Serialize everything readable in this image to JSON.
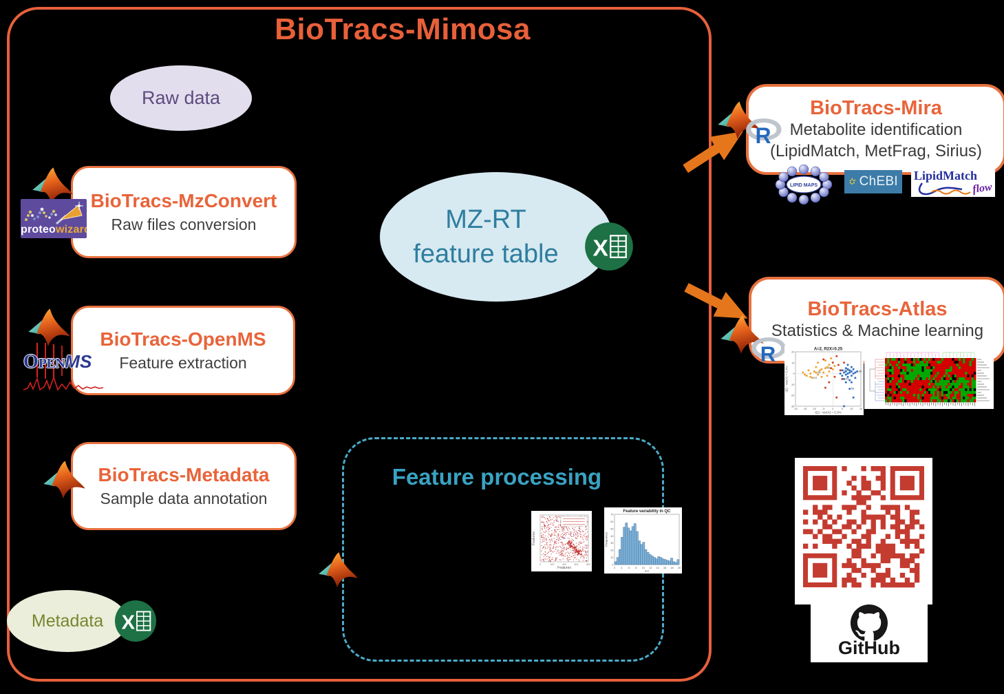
{
  "diagram_title": "BioTracs-Mimosa",
  "colors": {
    "accent_orange": "#E8603A",
    "box_border_orange": "#E8713F",
    "arrow_orange": "#E5761C",
    "teal_dashed": "#4BACC9",
    "teal_text": "#3AA2C2",
    "mzrt_text": "#2E7E9F",
    "raw_data_fill": "#E3DEED",
    "metadata_fill": "#EAEEDA",
    "excel_green": "#1E7145",
    "qr_red": "#C43B30"
  },
  "nodes": {
    "raw_data": {
      "label": "Raw data"
    },
    "mzconvert": {
      "title": "BioTracs-MzConvert",
      "subtitle": "Raw files conversion"
    },
    "openms": {
      "title": "BioTracs-OpenMS",
      "subtitle": "Feature extraction"
    },
    "metadata_module": {
      "title": "BioTracs-Metadata",
      "subtitle": "Sample data annotation"
    },
    "metadata": {
      "label": "Metadata"
    },
    "feature_table": {
      "line1": "MZ-RT",
      "line2": "feature table"
    },
    "feature_processing": {
      "title": "Feature processing"
    },
    "mira": {
      "title": "BioTracs-Mira",
      "line2": "Metabolite identification",
      "line3": "(LipidMatch, MetFrag, Sirius)"
    },
    "atlas": {
      "title": "BioTracs-Atlas",
      "subtitle": "Statistics & Machine learning"
    }
  },
  "logos": {
    "proteowizard": {
      "part1": "proteo",
      "part2": "wizard"
    },
    "openms": {
      "p1": "O",
      "p2": "PEN",
      "p3": "MS"
    },
    "lipid_maps": "LIPID MAPS",
    "chebi": "ChEBI",
    "lipidmatch": {
      "part1": "LipidMatch",
      "part2": "flow"
    },
    "r": "R",
    "excel_letter": "X",
    "github": "GitHub"
  },
  "chart_data": [
    {
      "id": "feature_scatter",
      "type": "scatter",
      "title": "",
      "xlabel": "Features",
      "ylabel": "Features",
      "xlim": [
        0,
        800
      ],
      "ylim": [
        0,
        800
      ],
      "point_color": "#C0302E",
      "n_points": 650,
      "legend_entries_visible": 3
    },
    {
      "id": "qc_hist",
      "type": "bar",
      "title": "Feature variability in QC",
      "xlabel": "CV",
      "ylabel": "Frequency",
      "xlim": [
        2,
        20
      ],
      "ylim": [
        0,
        70
      ],
      "values": [
        4,
        10,
        21,
        38,
        52,
        58,
        51,
        47,
        53,
        57,
        46,
        33,
        28,
        31,
        21,
        17,
        14,
        12,
        10,
        8,
        11,
        10,
        8,
        7,
        6,
        5,
        9,
        4,
        3,
        7
      ]
    },
    {
      "id": "pca_scores",
      "type": "scatter",
      "title": "A=2, R2X=0.25",
      "xlabel": "t[1] - Var(X) = 5.3%",
      "ylabel": "t[2] - Var(X) = 5.9%",
      "xlim": [
        -20,
        15
      ],
      "ylim": [
        -30,
        20
      ],
      "point_labels": [
        "D3",
        "D6",
        "D8",
        "D0+3h"
      ],
      "series": [
        {
          "name": "orange",
          "color": "#EFA32A",
          "points": [
            [
              -16,
              1
            ],
            [
              -14,
              -2
            ],
            [
              -13,
              3
            ],
            [
              -12,
              0
            ],
            [
              -11,
              -4
            ],
            [
              -10,
              2
            ],
            [
              -9,
              6
            ],
            [
              -8,
              -1
            ],
            [
              -8,
              10
            ],
            [
              -7,
              3
            ],
            [
              -6,
              -3
            ],
            [
              -5,
              1
            ],
            [
              -4,
              12
            ],
            [
              -4,
              5
            ],
            [
              -3,
              -2
            ],
            [
              -2,
              8
            ],
            [
              -2,
              2
            ],
            [
              -1,
              14
            ],
            [
              0,
              4
            ],
            [
              1,
              7
            ],
            [
              -15,
              -1
            ],
            [
              -12,
              -3
            ],
            [
              -9,
              1
            ],
            [
              -6,
              4
            ],
            [
              -3,
              6
            ]
          ]
        },
        {
          "name": "red",
          "color": "#D04228",
          "points": [
            [
              -5,
              13
            ],
            [
              0,
              10
            ],
            [
              2,
              16
            ],
            [
              3,
              8
            ],
            [
              4,
              3
            ],
            [
              -2,
              -8
            ],
            [
              -4,
              -13
            ],
            [
              2,
              -22
            ],
            [
              5,
              -5
            ],
            [
              6,
              10
            ],
            [
              -1,
              5
            ],
            [
              1,
              -3
            ]
          ]
        },
        {
          "name": "blue",
          "color": "#2E6FBF",
          "points": [
            [
              4,
              0
            ],
            [
              5,
              -2
            ],
            [
              5,
              3
            ],
            [
              6,
              1
            ],
            [
              6,
              -5
            ],
            [
              7,
              2
            ],
            [
              7,
              -1
            ],
            [
              7,
              -8
            ],
            [
              8,
              0
            ],
            [
              8,
              4
            ],
            [
              8,
              -3
            ],
            [
              9,
              1
            ],
            [
              9,
              -6
            ],
            [
              9,
              -14
            ],
            [
              10,
              2
            ],
            [
              10,
              -2
            ],
            [
              11,
              0
            ],
            [
              11,
              -22
            ],
            [
              12,
              1
            ],
            [
              6,
              -30
            ],
            [
              10,
              6
            ],
            [
              12,
              -4
            ],
            [
              13,
              2
            ],
            [
              8,
              8
            ],
            [
              7,
              5
            ],
            [
              9,
              3
            ],
            [
              10,
              -8
            ],
            [
              11,
              4
            ]
          ]
        }
      ]
    },
    {
      "id": "heatmap",
      "type": "heatmap",
      "rows": 16,
      "cols": 42,
      "palette": {
        "red": "#D40000",
        "green": "#00A800",
        "black": "#000000"
      },
      "dendrogram_colors": {
        "top_left": "#F0A8D8",
        "top_right": "#A8D8A8",
        "left_top": "#E09090",
        "left_bottom": "#98A0DC"
      }
    }
  ]
}
